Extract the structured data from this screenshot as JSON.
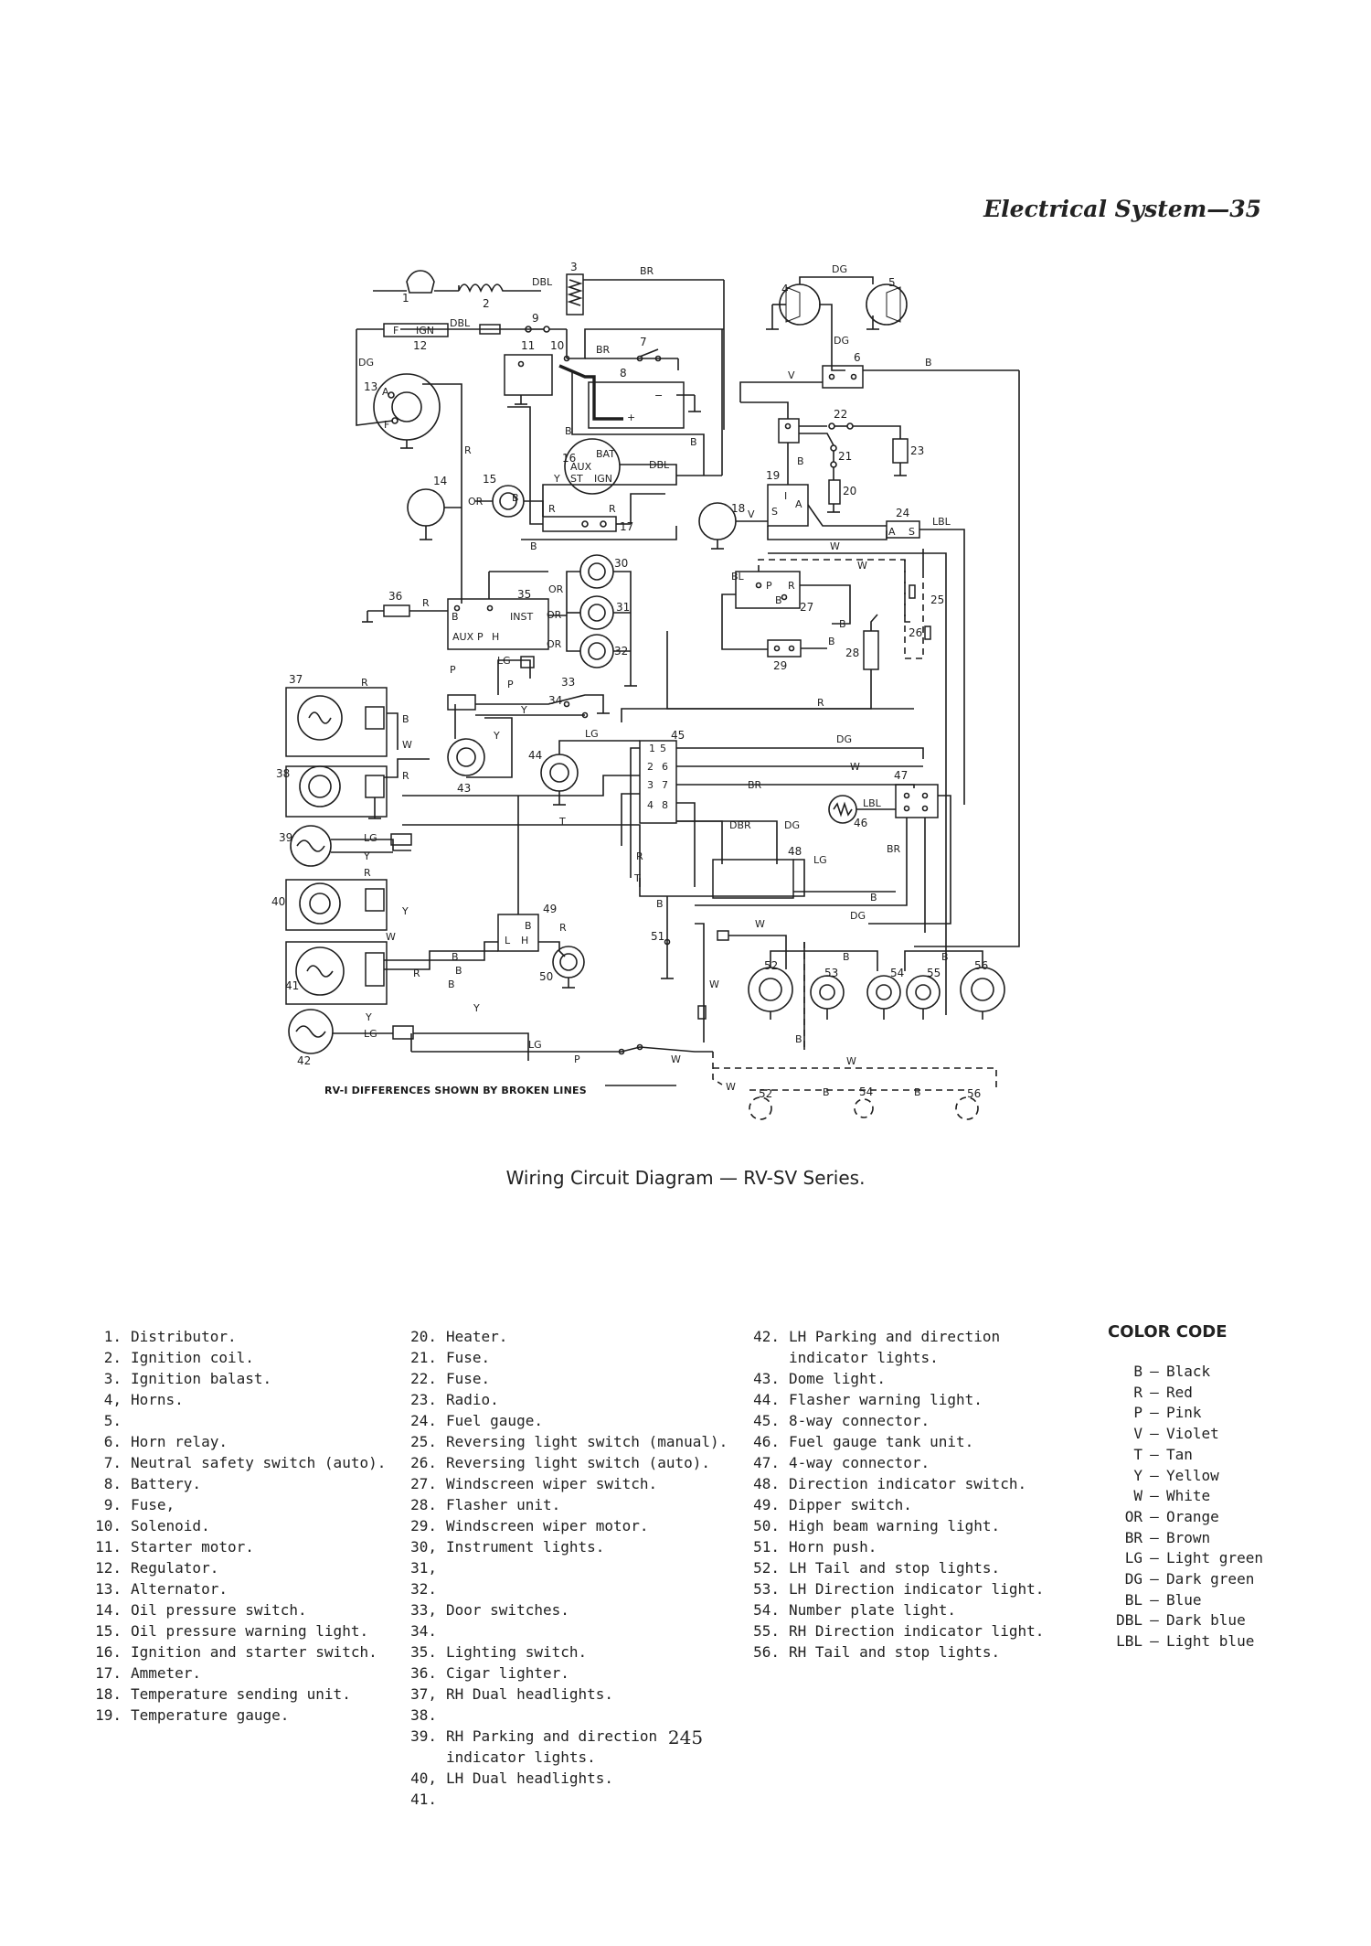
{
  "header": "Electrical System—35",
  "caption": "Wiring Circuit Diagram — RV-SV Series.",
  "diagram_note": "RV-I DIFFERENCES SHOWN BY BROKEN LINES",
  "page_number": "245",
  "diagram": {
    "wire_labels": {
      "dbl_top": "DBL",
      "br_top": "BR",
      "dg_top": "DG",
      "ign": "IGN",
      "f": "F",
      "dbl_fuse": "DBL",
      "br_mid": "BR",
      "dg_left": "DG",
      "dg_horn": "DG",
      "b_right": "B",
      "v_mid": "V",
      "b_sol": "B",
      "r_left": "R",
      "or_15": "OR",
      "dbl_16": "DBL",
      "b_16": "B",
      "b_right2": "B",
      "b_20": "B",
      "v_18": "V",
      "lbl_24": "LBL",
      "r_17": "R",
      "r_17b": "R",
      "b_17": "B",
      "w_mid": "W",
      "w_dash": "W",
      "bl_27": "BL",
      "r_27": "R",
      "b_27": "B",
      "b_28": "B",
      "b_28b": "B",
      "or_30": "OR",
      "or_31": "OR",
      "or_32": "OR",
      "r_36": "R",
      "inst": "INST",
      "aux": "AUX",
      "p_35": "P",
      "h_35": "H",
      "b_35": "B",
      "b_mid": "B",
      "lg_mid": "LG",
      "p_mid": "P",
      "p_mid2": "P",
      "y_33": "Y",
      "r_37": "R",
      "b_37": "B",
      "w_37": "W",
      "r_38": "R",
      "lg_39": "LG",
      "y_39": "Y",
      "r_40": "R",
      "y_40": "Y",
      "w_41": "W",
      "b_41": "B",
      "r_41": "R",
      "y_41": "Y",
      "lg_42": "LG",
      "y_42": "Y",
      "lg_44": "LG",
      "y_43": "Y",
      "r_bus": "R",
      "dg_bus": "DG",
      "w_bus": "W",
      "br_bus": "BR",
      "dbr": "DBR",
      "dg_48": "DG",
      "lg_48": "LG",
      "lbl_46": "LBL",
      "br_47": "BR",
      "b_47": "B",
      "dg_low": "DG",
      "w_low": "W",
      "t_bus": "T",
      "t_low": "T",
      "r_low": "R",
      "b_51": "B",
      "w_52": "W",
      "b_53": "B",
      "b_55": "B",
      "b_bot": "B",
      "r_49": "R",
      "b_49": "B",
      "l_49": "L",
      "h_49": "H",
      "b_49b": "B",
      "b_left": "B",
      "lg_bot": "LG",
      "p_bot": "P",
      "w_bot": "W",
      "w_dash2": "W",
      "w_dash3": "W",
      "b_dash": "B",
      "b_dash2": "B",
      "a_24": "A",
      "s_24": "S",
      "a_13": "A",
      "f_13": "F",
      "a_19": "A",
      "s_19": "S",
      "i_19": "I",
      "p_27": "P",
      "aux_16": "AUX",
      "bat_16": "BAT",
      "st_16": "ST",
      "ign_16": "IGN"
    },
    "numbers": {
      "n1": "1",
      "n2": "2",
      "n3": "3",
      "n4": "4",
      "n5": "5",
      "n6": "6",
      "n7": "7",
      "n8": "8",
      "n9": "9",
      "n10": "10",
      "n11": "11",
      "n12": "12",
      "n13": "13",
      "n14": "14",
      "n15": "15",
      "n16": "16",
      "n17": "17",
      "n18": "18",
      "n19": "19",
      "n20": "20",
      "n21": "21",
      "n22": "22",
      "n23": "23",
      "n24": "24",
      "n25": "25",
      "n26": "26",
      "n27": "27",
      "n28": "28",
      "n29": "29",
      "n30": "30",
      "n31": "31",
      "n32": "32",
      "n33": "33",
      "n34": "34",
      "n35": "35",
      "n36": "36",
      "n37": "37",
      "n38": "38",
      "n39": "39",
      "n40": "40",
      "n41": "41",
      "n42": "42",
      "n43": "43",
      "n44": "44",
      "n45": "45",
      "n46": "46",
      "n47": "47",
      "n48": "48",
      "n49": "49",
      "n50": "50",
      "n51": "51",
      "n52": "52",
      "n53": "53",
      "n54": "54",
      "n55": "55",
      "n56": "56",
      "c1": "1",
      "c2": "2",
      "c3": "3",
      "c4": "4",
      "c5": "5",
      "c6": "6",
      "c7": "7",
      "c8": "8",
      "d52": "52",
      "d54": "54",
      "d56": "56"
    }
  },
  "legend": {
    "col1": [
      {
        "n": "1.",
        "d": "Distributor."
      },
      {
        "n": "2.",
        "d": "Ignition coil."
      },
      {
        "n": "3.",
        "d": "Ignition balast."
      },
      {
        "n": "4, 5.",
        "d": "Horns."
      },
      {
        "n": "6.",
        "d": "Horn relay."
      },
      {
        "n": "7.",
        "d": "Neutral safety switch (auto)."
      },
      {
        "n": "8.",
        "d": "Battery."
      },
      {
        "n": "9.",
        "d": "Fuse,"
      },
      {
        "n": "10.",
        "d": "Solenoid."
      },
      {
        "n": "11.",
        "d": "Starter motor."
      },
      {
        "n": "12.",
        "d": "Regulator."
      },
      {
        "n": "13.",
        "d": "Alternator."
      },
      {
        "n": "14.",
        "d": "Oil pressure switch."
      },
      {
        "n": "15.",
        "d": "Oil pressure warning light."
      },
      {
        "n": "16.",
        "d": "Ignition and starter switch."
      },
      {
        "n": "17.",
        "d": "Ammeter."
      },
      {
        "n": "18.",
        "d": "Temperature sending unit."
      },
      {
        "n": "19.",
        "d": "Temperature gauge."
      }
    ],
    "col2": [
      {
        "n": "20.",
        "d": "Heater."
      },
      {
        "n": "21.",
        "d": "Fuse."
      },
      {
        "n": "22.",
        "d": "Fuse."
      },
      {
        "n": "23.",
        "d": "Radio."
      },
      {
        "n": "24.",
        "d": "Fuel gauge."
      },
      {
        "n": "25.",
        "d": "Reversing light switch (manual)."
      },
      {
        "n": "26.",
        "d": "Reversing light switch (auto)."
      },
      {
        "n": "27.",
        "d": "Windscreen wiper switch."
      },
      {
        "n": "28.",
        "d": "Flasher unit."
      },
      {
        "n": "29.",
        "d": "Windscreen wiper motor."
      },
      {
        "n": "30, 31, 32.",
        "d": "Instrument lights."
      },
      {
        "n": "33, 34.",
        "d": "Door switches."
      },
      {
        "n": "35.",
        "d": "Lighting switch."
      },
      {
        "n": "36.",
        "d": "Cigar lighter."
      },
      {
        "n": "37, 38.",
        "d": "RH Dual headlights."
      },
      {
        "n": "39.",
        "d": "RH Parking and direction"
      },
      {
        "n": "",
        "d": "indicator lights."
      },
      {
        "n": "40, 41.",
        "d": "LH Dual headlights."
      }
    ],
    "col3": [
      {
        "n": "42.",
        "d": "LH Parking and direction"
      },
      {
        "n": "",
        "d": "indicator lights."
      },
      {
        "n": "43.",
        "d": "Dome light."
      },
      {
        "n": "44.",
        "d": "Flasher warning light."
      },
      {
        "n": "45.",
        "d": "8-way connector."
      },
      {
        "n": "46.",
        "d": "Fuel gauge tank unit."
      },
      {
        "n": "47.",
        "d": "4-way connector."
      },
      {
        "n": "48.",
        "d": "Direction indicator switch."
      },
      {
        "n": "49.",
        "d": "Dipper switch."
      },
      {
        "n": "50.",
        "d": "High beam warning light."
      },
      {
        "n": "51.",
        "d": "Horn push."
      },
      {
        "n": "52.",
        "d": "LH Tail and stop lights."
      },
      {
        "n": "53.",
        "d": "LH Direction indicator light."
      },
      {
        "n": "54.",
        "d": "Number plate light."
      },
      {
        "n": "55.",
        "d": "RH Direction indicator light."
      },
      {
        "n": "56.",
        "d": "RH Tail and stop lights."
      }
    ]
  },
  "color_code": {
    "title": "COLOR CODE",
    "entries": [
      {
        "k": "B",
        "v": "Black"
      },
      {
        "k": "R",
        "v": "Red"
      },
      {
        "k": "P",
        "v": "Pink"
      },
      {
        "k": "V",
        "v": "Violet"
      },
      {
        "k": "T",
        "v": "Tan"
      },
      {
        "k": "Y",
        "v": "Yellow"
      },
      {
        "k": "W",
        "v": "White"
      },
      {
        "k": "OR",
        "v": "Orange"
      },
      {
        "k": "BR",
        "v": "Brown"
      },
      {
        "k": "LG",
        "v": "Light green"
      },
      {
        "k": "DG",
        "v": "Dark green"
      },
      {
        "k": "BL",
        "v": "Blue"
      },
      {
        "k": "DBL",
        "v": "Dark blue"
      },
      {
        "k": "LBL",
        "v": "Light blue"
      }
    ]
  }
}
